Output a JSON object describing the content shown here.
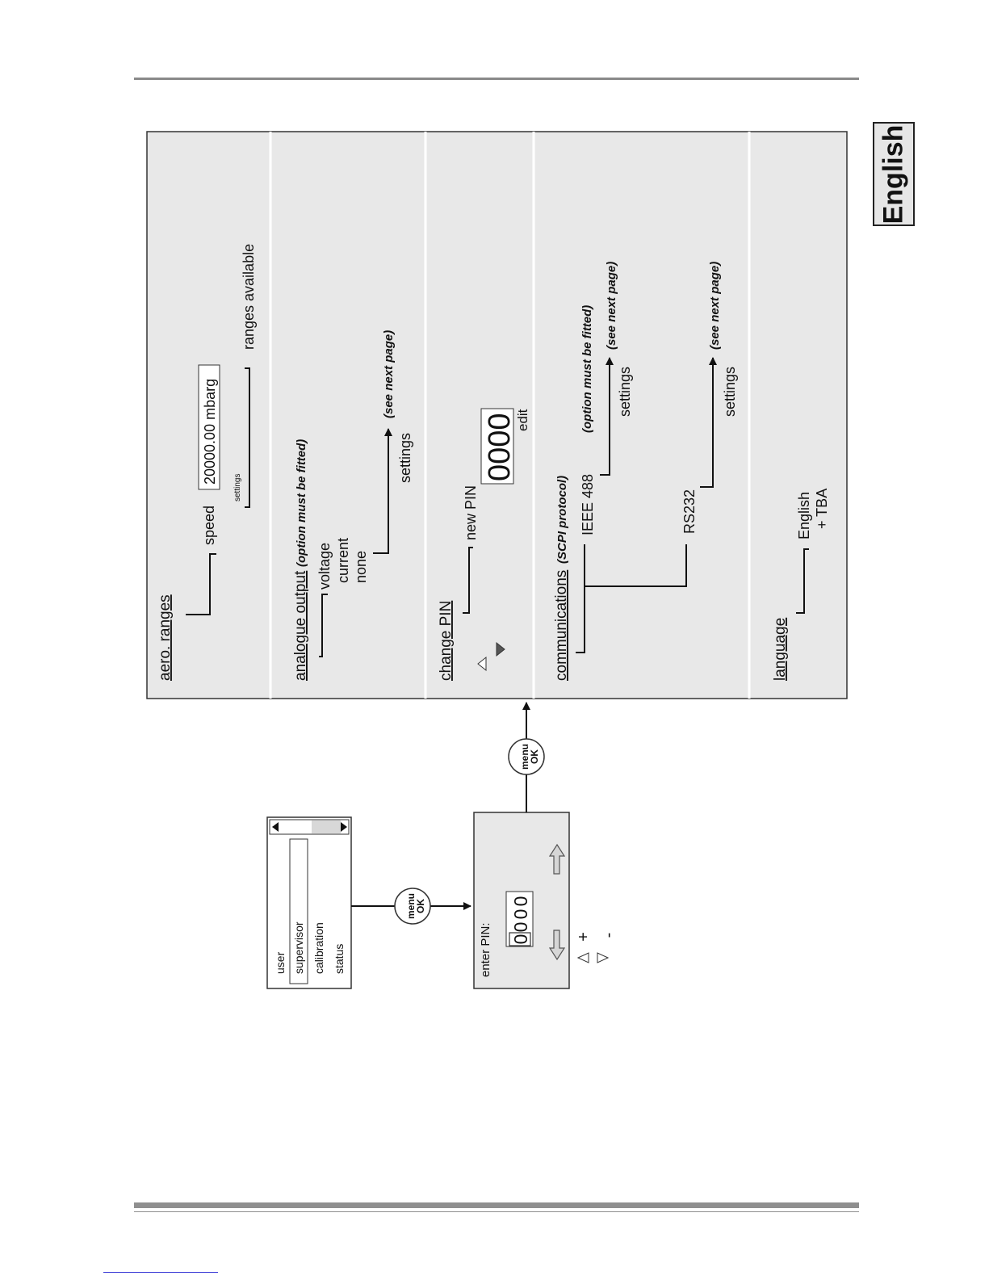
{
  "language_tab": "English",
  "main_menu": {
    "items": [
      "user",
      "supervisor",
      "calibration",
      "status"
    ],
    "selected": "supervisor"
  },
  "pin_entry": {
    "label": "enter PIN:",
    "digits": [
      "0",
      "0",
      "0",
      "0"
    ],
    "plus": "+",
    "minus": "-"
  },
  "menu_ok_button": {
    "line1": "menu",
    "line2": "OK"
  },
  "sections": {
    "aero": {
      "title": "aero. ranges",
      "speed": "speed",
      "settings_small": "settings",
      "value": "20000.00 mbarg",
      "available": "ranges available"
    },
    "analogue": {
      "title": "analogue output",
      "note": "(option must be fitted)",
      "options": [
        "voltage",
        "current",
        "none"
      ],
      "settings": "settings",
      "see_next": "(see next page)"
    },
    "change_pin": {
      "title": "change PIN",
      "new_pin": "new PIN",
      "value": "0000",
      "edit": "edit"
    },
    "communications": {
      "title": "communications",
      "protocol": "(SCPI protocol)",
      "ieee": "IEEE 488",
      "ieee_note": "(option must be fitted)",
      "ieee_settings": "settings",
      "ieee_see_next": "(see next page)",
      "rs232": "RS232",
      "rs232_settings": "settings",
      "rs232_see_next": "(see next page)"
    },
    "language": {
      "title": "language",
      "opt1": "English",
      "opt2": "+ TBA"
    }
  }
}
